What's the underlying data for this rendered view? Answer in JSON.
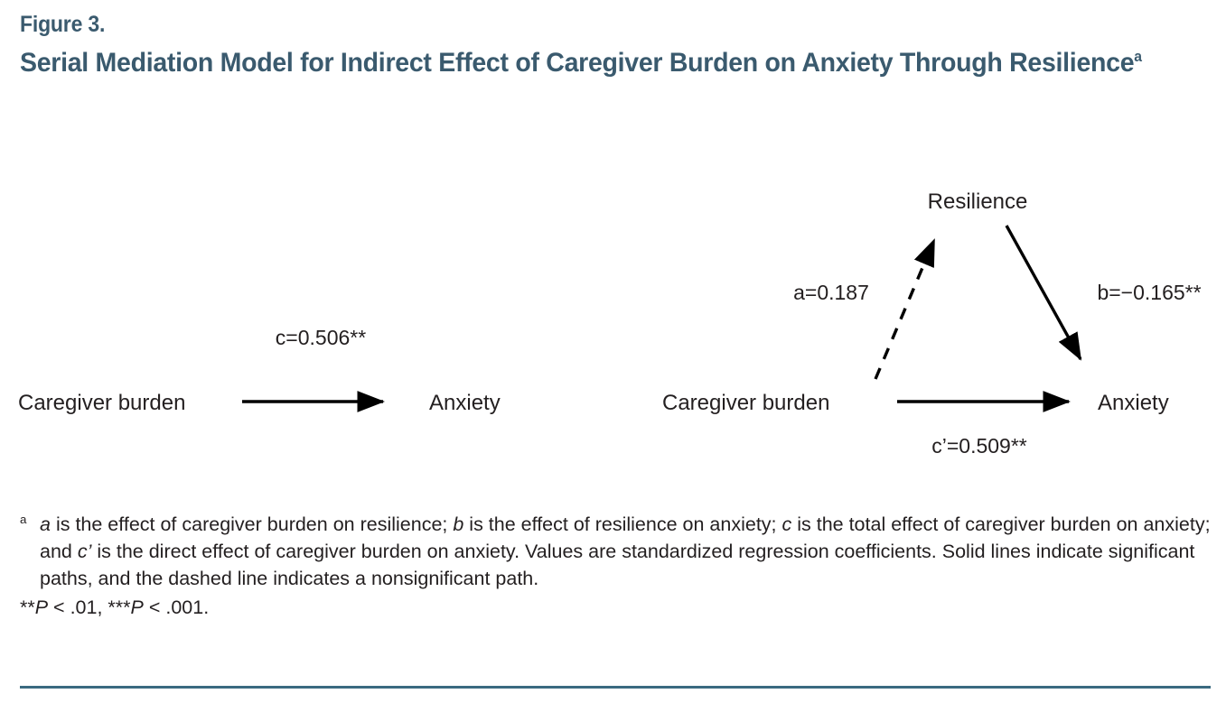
{
  "header": {
    "figure_number": "Figure 3.",
    "title": "Serial Mediation Model for Indirect Effect of Caregiver Burden on Anxiety Through Resilience",
    "title_superscript": "a",
    "color": "#3a5a6e"
  },
  "diagram": {
    "left_panel": {
      "nodes": {
        "source": "Caregiver burden",
        "target": "Anxiety"
      },
      "paths": [
        {
          "id": "c",
          "label": "c=0.506**",
          "style": "solid",
          "from": "Caregiver burden",
          "to": "Anxiety",
          "coefficient": 0.506,
          "significance": "**"
        }
      ]
    },
    "right_panel": {
      "nodes": {
        "mediator": "Resilience",
        "source": "Caregiver burden",
        "target": "Anxiety"
      },
      "paths": [
        {
          "id": "a",
          "label": "a=0.187",
          "style": "dashed",
          "from": "Caregiver burden",
          "to": "Resilience",
          "coefficient": 0.187,
          "significance": ""
        },
        {
          "id": "b",
          "label": "b=−0.165**",
          "style": "solid",
          "from": "Resilience",
          "to": "Anxiety",
          "coefficient": -0.165,
          "significance": "**"
        },
        {
          "id": "c_prime",
          "label": "c’=0.509**",
          "style": "solid",
          "from": "Caregiver burden",
          "to": "Anxiety",
          "coefficient": 0.509,
          "significance": "**"
        }
      ]
    }
  },
  "footnotes": {
    "marker": "a",
    "text_parts": [
      {
        "text": "a",
        "italic": true
      },
      {
        "text": " is the effect of caregiver burden on resilience; ",
        "italic": false
      },
      {
        "text": "b",
        "italic": true
      },
      {
        "text": " is the effect of resilience on anxiety; ",
        "italic": false
      },
      {
        "text": "c",
        "italic": true
      },
      {
        "text": " is the total effect of caregiver burden on anxiety; and ",
        "italic": false
      },
      {
        "text": "c’",
        "italic": true
      },
      {
        "text": " is the direct effect of caregiver burden on anxiety. Values are standardized regression coefficients. Solid lines indicate significant paths, and the dashed line indicates a nonsignificant path.",
        "italic": false
      }
    ],
    "significance_legend_parts": [
      {
        "text": "**",
        "italic": false
      },
      {
        "text": "P",
        "italic": true
      },
      {
        "text": " < .01, ",
        "italic": false
      },
      {
        "text": "***",
        "italic": false
      },
      {
        "text": "P",
        "italic": true
      },
      {
        "text": " < .001.",
        "italic": false
      }
    ]
  },
  "rule_color": "#3a6a80"
}
